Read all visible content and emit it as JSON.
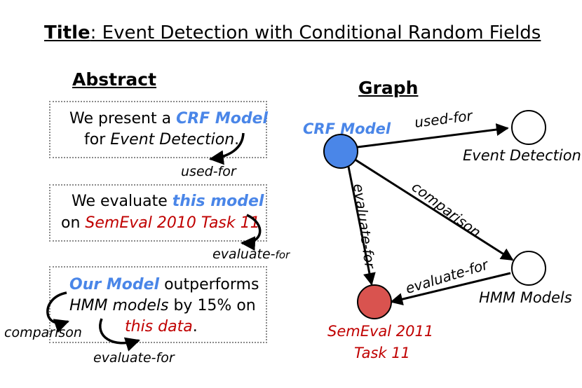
{
  "title": {
    "prefix": "Title",
    "text": ": Event Detection with Conditional Random Fields"
  },
  "abstract": {
    "heading": "Abstract",
    "box1": {
      "line1_a": "We present a ",
      "line1_b": "CRF Model",
      "line2_a": "for ",
      "line2_b": "Event Detection",
      "line2_c": "."
    },
    "box2": {
      "line1_a": "We evaluate ",
      "line1_b": "this model",
      "line2_a": "on ",
      "line2_b": "SemEval 2010 Task 11"
    },
    "box3": {
      "line1_a": "Our Model",
      "line1_b": " outperforms",
      "line2_a": "HMM models",
      "line2_b": " by 15% on",
      "line3_a": "this data",
      "line3_b": "."
    },
    "relations": {
      "used_for": "used-for",
      "evaluate_for_1_a": "evaluate-",
      "evaluate_for_1_b": "for",
      "comparison": "comparison",
      "evaluate_for_2": "evaluate-for"
    }
  },
  "graph": {
    "heading": "Graph",
    "nodes": {
      "crf": "CRF Model",
      "event": "Event Detection",
      "hmm": "HMM Models",
      "semeval_1": "SemEval 2011",
      "semeval_2": "Task 11"
    },
    "edges": {
      "used_for": "used-for",
      "comparison": "comparison",
      "evaluate_for_vertical": "evaluate-for",
      "evaluate_for_hmm": "evaluate-for"
    }
  },
  "colors": {
    "blue": "#4a86e8",
    "red": "#c00000",
    "node_red_fill": "#d9534f"
  }
}
